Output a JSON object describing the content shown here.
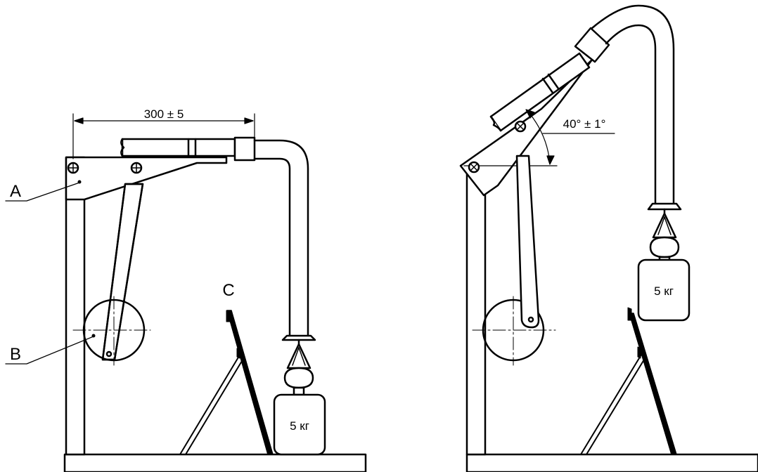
{
  "colors": {
    "ink": "#000000",
    "paper": "#ffffff"
  },
  "left_figure": {
    "dimension_label": "300 ± 5",
    "part_a_label": "A",
    "part_b_label": "B",
    "part_c_label": "C",
    "weight_label": "5 кг"
  },
  "right_figure": {
    "angle_label": "40° ± 1°",
    "weight_label": "5 кг"
  }
}
